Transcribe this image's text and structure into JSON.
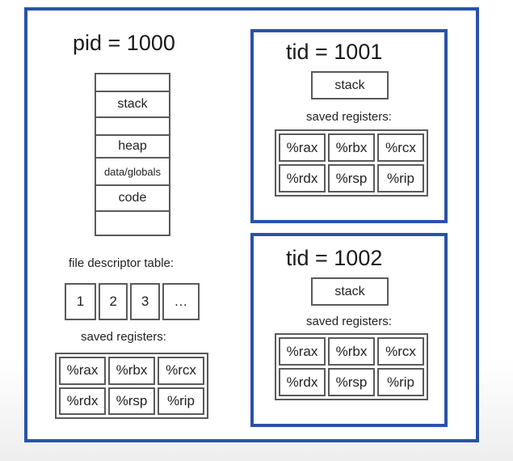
{
  "process": {
    "title": "pid = 1000",
    "memory": [
      "",
      "stack",
      "",
      "heap",
      "data/globals",
      "code",
      ""
    ],
    "fd_caption": "file descriptor table:",
    "fds": [
      "1",
      "2",
      "3",
      "…"
    ],
    "regs_caption": "saved registers:",
    "registers": [
      "%rax",
      "%rbx",
      "%rcx",
      "%rdx",
      "%rsp",
      "%rip"
    ]
  },
  "threads": [
    {
      "title": "tid = 1001",
      "stack": "stack",
      "regs_caption": "saved registers:",
      "registers": [
        "%rax",
        "%rbx",
        "%rcx",
        "%rdx",
        "%rsp",
        "%rip"
      ]
    },
    {
      "title": "tid = 1002",
      "stack": "stack",
      "regs_caption": "saved registers:",
      "registers": [
        "%rax",
        "%rbx",
        "%rcx",
        "%rdx",
        "%rsp",
        "%rip"
      ]
    }
  ],
  "colors": {
    "frame": "#2a52a8",
    "cell_border": "#5a5a5a"
  }
}
